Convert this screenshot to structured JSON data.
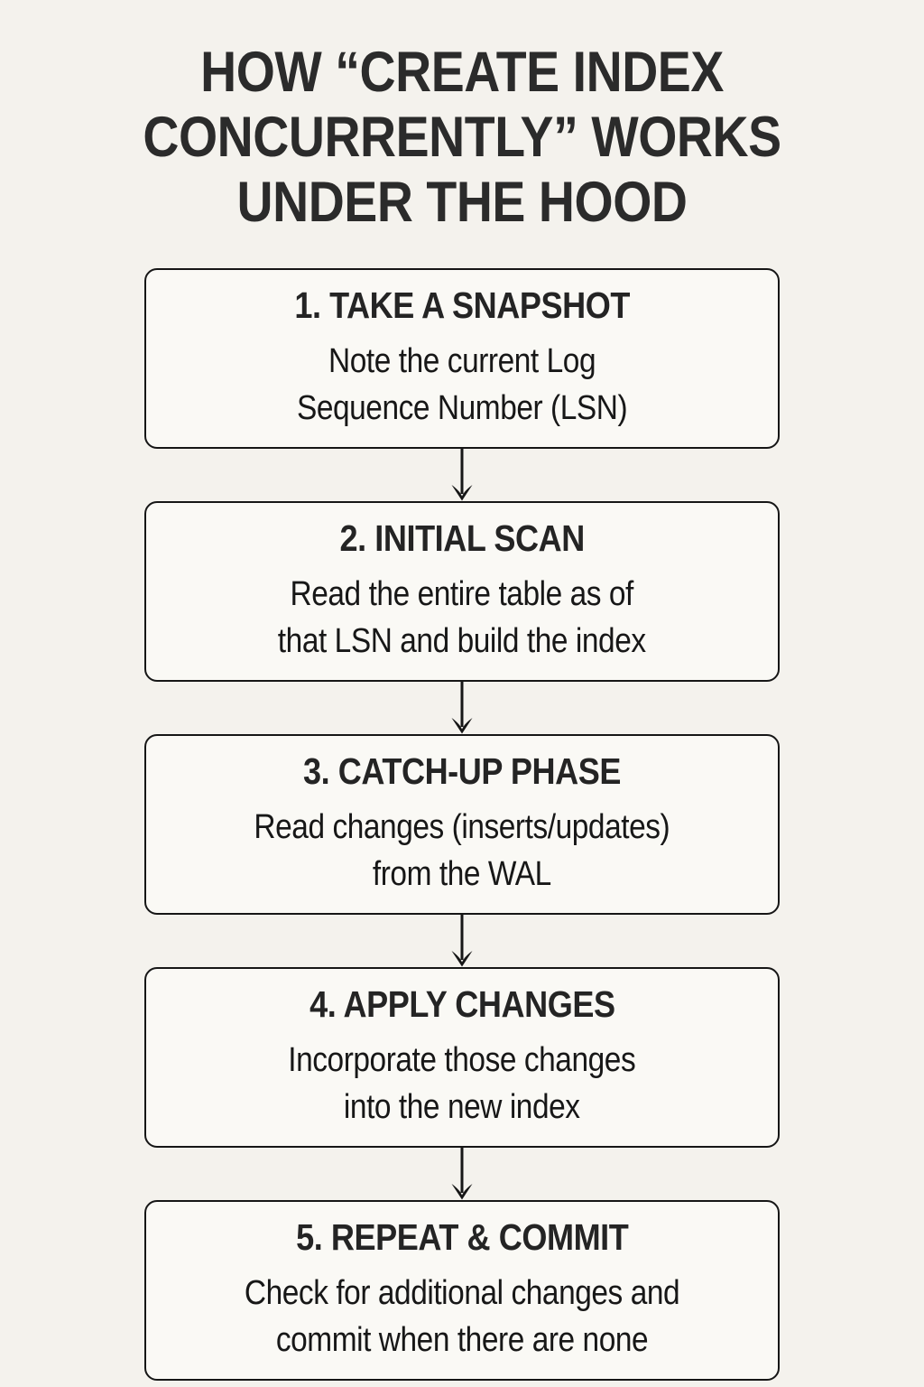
{
  "title": {
    "lines": [
      "HOW “CREATE INDEX",
      "CONCURRENTLY” WORKS",
      "UNDER THE HOOD"
    ]
  },
  "flow": {
    "steps": [
      {
        "heading": "1. TAKE A SNAPSHOT",
        "body_lines": [
          "Note the current Log",
          "Sequence Number (LSN)"
        ]
      },
      {
        "heading": "2. INITIAL SCAN",
        "body_lines": [
          "Read the entire table as of",
          "that LSN and build the index"
        ]
      },
      {
        "heading": "3. CATCH-UP PHASE",
        "body_lines": [
          "Read changes (inserts/updates)",
          "from the WAL"
        ]
      },
      {
        "heading": "4. APPLY CHANGES",
        "body_lines": [
          "Incorporate those changes",
          "into the new index"
        ]
      },
      {
        "heading": "5. REPEAT & COMMIT",
        "body_lines": [
          "Check for additional changes and",
          "commit when there are none"
        ]
      }
    ]
  },
  "colors": {
    "page_background": "#f4f2ed",
    "box_background": "#faf9f5",
    "box_border": "#161616",
    "title_text": "#2b2b2b",
    "heading_text": "#242424",
    "body_text": "#171717"
  }
}
